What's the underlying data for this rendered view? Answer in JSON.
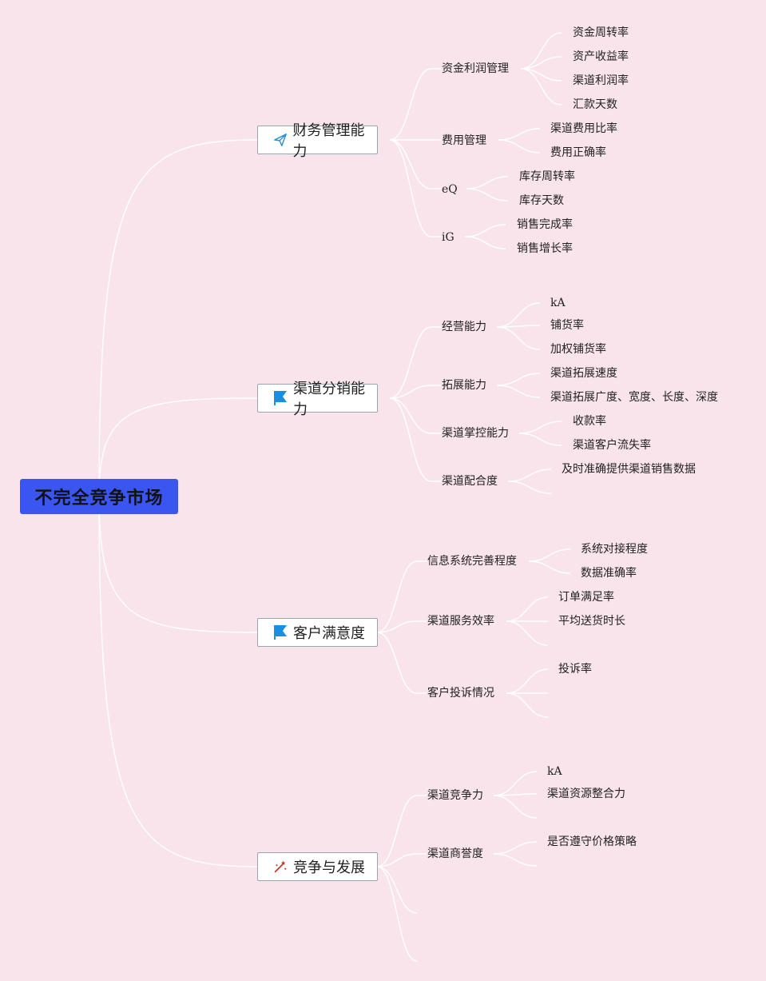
{
  "root": {
    "label": "不完全竞争市场"
  },
  "branches": [
    {
      "label": "财务管理能力",
      "icon": "paper-plane-icon",
      "children": [
        {
          "label": "资金利润管理",
          "children": [
            "资金周转率",
            "资产收益率",
            "渠道利润率",
            "汇款天数"
          ]
        },
        {
          "label": "费用管理",
          "children": [
            "渠道费用比率",
            "费用正确率"
          ]
        },
        {
          "label": "eQ",
          "children": [
            "库存周转率",
            "库存天数"
          ]
        },
        {
          "label": "iG",
          "children": [
            "销售完成率",
            "销售增长率"
          ]
        }
      ]
    },
    {
      "label": "渠道分销能力",
      "icon": "flag-icon",
      "children": [
        {
          "label": "经营能力",
          "children": [
            "kA",
            "铺货率",
            "加权铺货率"
          ]
        },
        {
          "label": "拓展能力",
          "children": [
            "渠道拓展速度",
            "渠道拓展广度、宽度、长度、深度"
          ]
        },
        {
          "label": "渠道掌控能力",
          "children": [
            "收款率",
            "渠道客户流失率"
          ]
        },
        {
          "label": "渠道配合度",
          "children": [
            "及时准确提供渠道销售数据",
            ""
          ]
        }
      ]
    },
    {
      "label": "客户满意度",
      "icon": "flag-icon",
      "children": [
        {
          "label": "信息系统完善程度",
          "children": [
            "系统对接程度",
            "数据准确率"
          ]
        },
        {
          "label": "渠道服务效率",
          "children": [
            "订单满足率",
            "平均送货时长",
            ""
          ]
        },
        {
          "label": "客户投诉情况",
          "children": [
            "投诉率",
            "",
            ""
          ]
        }
      ]
    },
    {
      "label": "竞争与发展",
      "icon": "magic-wand-icon",
      "children": [
        {
          "label": "渠道竞争力",
          "children": [
            "kA",
            "渠道资源整合力",
            ""
          ]
        },
        {
          "label": "渠道商誉度",
          "children": [
            "是否遵守价格策略",
            ""
          ]
        },
        {
          "label": "",
          "children": []
        },
        {
          "label": "",
          "children": []
        }
      ]
    }
  ]
}
